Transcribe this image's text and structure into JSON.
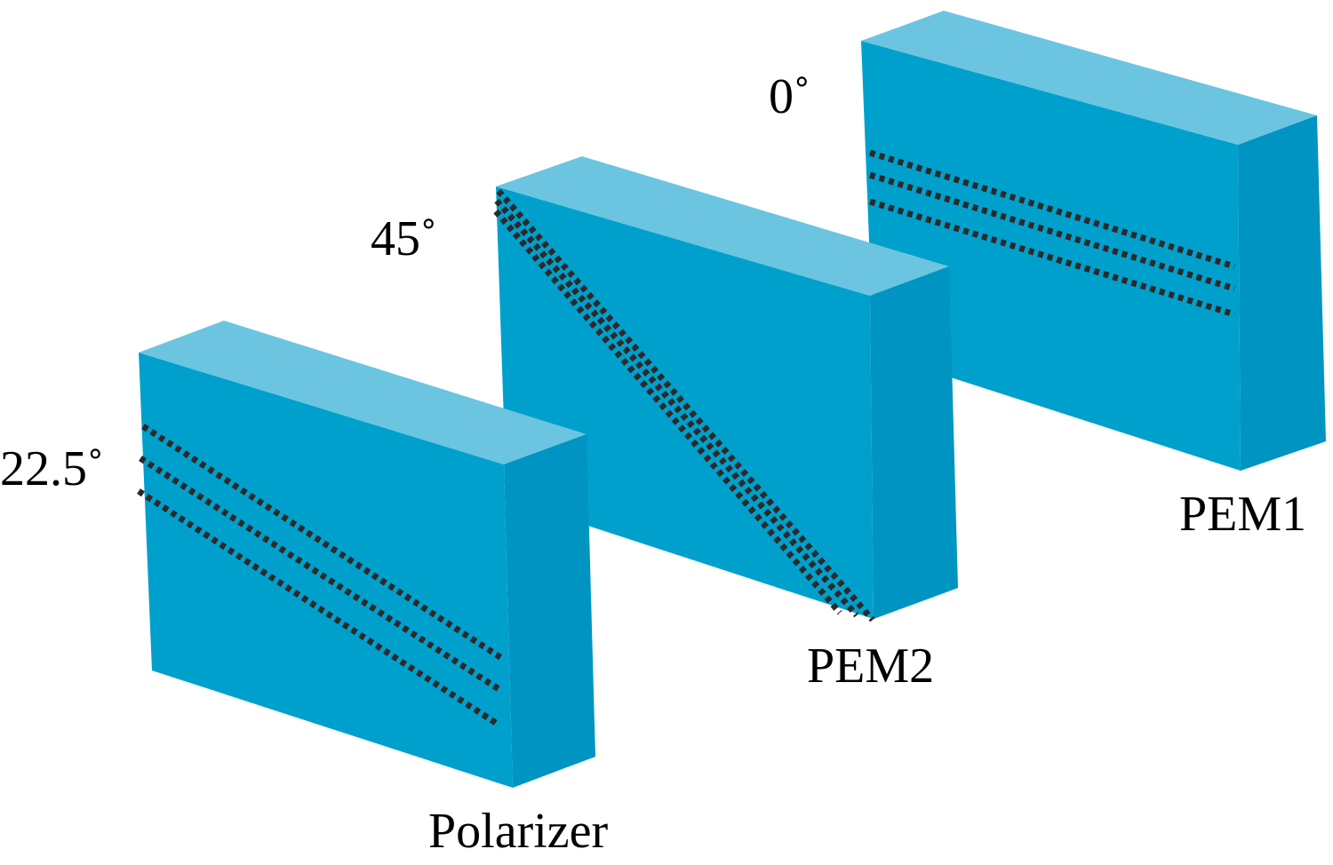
{
  "colors": {
    "top_face": "#6cc5e0",
    "front_face": "#00a0cc",
    "side_face": "#0094c3",
    "axis_lines": "#2a2a2a"
  },
  "elements": {
    "polarizer": {
      "name": "Polarizer",
      "angle": "22.5˚"
    },
    "pem2": {
      "name": "PEM2",
      "angle": "45˚"
    },
    "pem1": {
      "name": "PEM1",
      "angle": "0˚"
    }
  }
}
